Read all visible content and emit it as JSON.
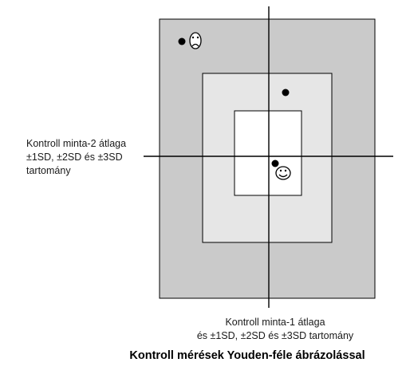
{
  "y_axis_label": [
    "Kontroll minta-2 átlaga",
    "±1SD, ±2SD és ±3SD",
    "tartomány"
  ],
  "x_axis_label": [
    "Kontroll minta-1 átlaga",
    "és ±1SD, ±2SD és ±3SD tartomány"
  ],
  "caption": "Kontroll mérések Youden-féle ábrázolással",
  "colors": {
    "sd3_fill": "#cacaca",
    "sd2_fill": "#e6e6e6",
    "sd1_fill": "#ffffff",
    "axis": "#000000"
  },
  "points": [
    {
      "name": "point-sad",
      "indicator": "sad-face-icon"
    },
    {
      "name": "point-plain",
      "indicator": null
    },
    {
      "name": "point-happy",
      "indicator": "smiley-face-icon"
    }
  ]
}
